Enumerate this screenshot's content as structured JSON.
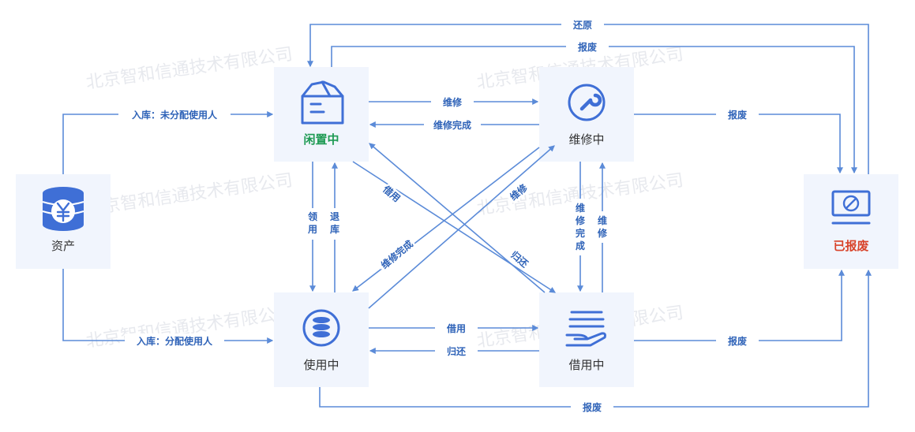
{
  "nodes": {
    "asset": "资产",
    "idle": "闲置中",
    "repair": "维修中",
    "in_use": "使用中",
    "borrowed": "借用中",
    "scrapped": "已报废"
  },
  "edges": {
    "restore": "还原",
    "scrap_top": "报废",
    "store_unassigned": "入库：未分配使用人",
    "store_assigned": "入库：分配使用人",
    "repair_top": "维修",
    "repair_done_top": "维修完成",
    "scrap_repair": "报废",
    "receive": "领\n用",
    "return_stock": "退\n库",
    "borrow_diag": "借用",
    "return_diag": "归还",
    "repair_diag": "维修",
    "repair_done_diag": "维修完成",
    "repair_done_vertical": "维\n修\n完\n成",
    "repair_vertical": "维\n修",
    "borrow_bottom": "借用",
    "return_bottom": "归还",
    "scrap_borrowed": "报废",
    "scrap_bottom": "报废"
  },
  "watermark": "北京智和信通技术有限公司",
  "colors": {
    "flow": "#5b8bd8",
    "label": "#2f63b8",
    "node_bg": "#f1f5fd",
    "icon": "#3f6fd6",
    "idle_text": "#1e9a53",
    "scrapped_text": "#d8432a"
  },
  "icons": {
    "asset": "coin-stack-yen-icon",
    "idle": "box-house-icon",
    "repair": "wrench-circle-icon",
    "in_use": "database-circle-icon",
    "borrowed": "hand-documents-icon",
    "scrapped": "scrap-monitor-icon"
  }
}
